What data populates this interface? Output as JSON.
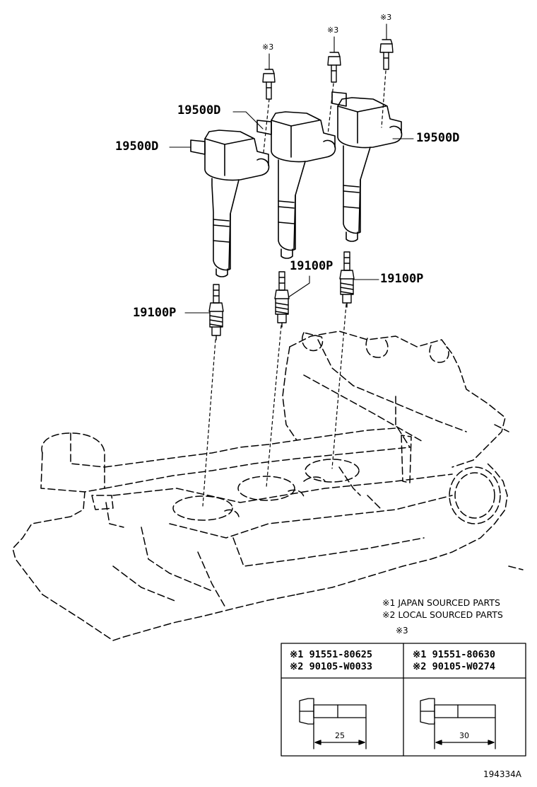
{
  "callouts": {
    "coil_center": "19500D",
    "coil_left": "19500D",
    "coil_right": "19500D",
    "plug_center": "19100P",
    "plug_right": "19100P",
    "plug_left": "19100P"
  },
  "bolt_marks": {
    "left": "※3",
    "center": "※3",
    "right": "※3"
  },
  "notes": {
    "line1": "※1 JAPAN SOURCED PARTS",
    "line2": "※2 LOCAL SOURCED PARTS",
    "table_mark": "※3"
  },
  "bolt_table": {
    "columns": [
      {
        "row1": "※1 91551-80625",
        "row2": "※2 90105-W0033",
        "length": "25"
      },
      {
        "row1": "※1 91551-80630",
        "row2": "※2 90105-W0274",
        "length": "30"
      }
    ]
  },
  "diagram_id": "194334A"
}
